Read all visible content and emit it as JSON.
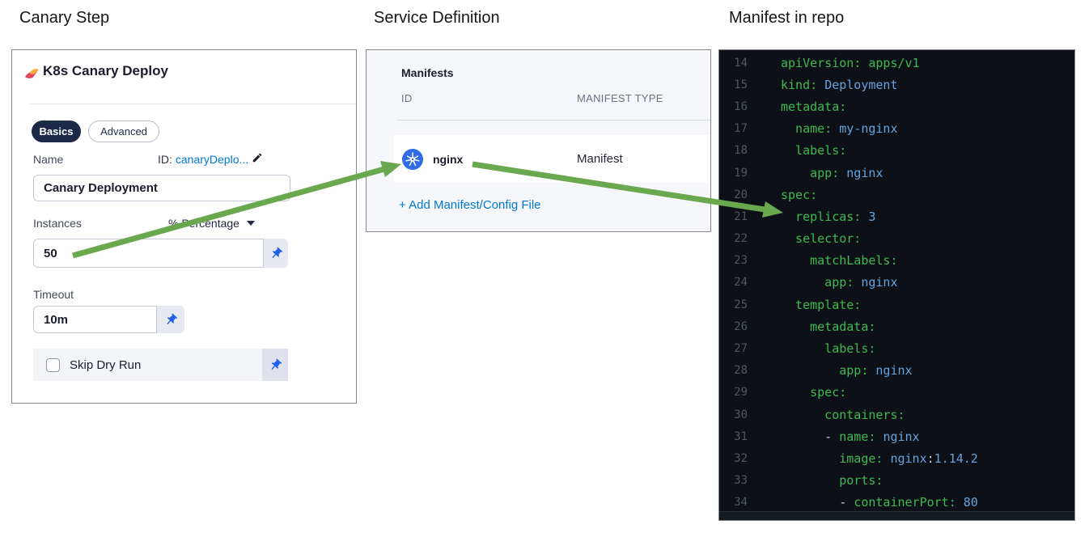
{
  "titles": {
    "panel1": "Canary Step",
    "panel2": "Service Definition",
    "panel3": "Manifest in repo"
  },
  "canary_panel": {
    "header": "K8s Canary Deploy",
    "tabs": [
      {
        "label": "Basics",
        "active": true
      },
      {
        "label": "Advanced",
        "active": false
      }
    ],
    "name_label": "Name",
    "id_prefix": "ID:",
    "id_value": "canaryDeplo...",
    "name_value": "Canary Deployment",
    "instances_label": "Instances",
    "instances_unit": "% Percentage",
    "instances_value": "50",
    "timeout_label": "Timeout",
    "timeout_value": "10m",
    "skip_dry_run_label": "Skip Dry Run",
    "skip_dry_run_checked": false
  },
  "service_panel": {
    "heading": "Manifests",
    "columns": [
      "ID",
      "MANIFEST TYPE"
    ],
    "rows": [
      {
        "id": "nginx",
        "type": "Manifest",
        "icon": "kubernetes-icon"
      }
    ],
    "add_link": "+ Add Manifest/Config File"
  },
  "manifest_panel": {
    "language": "yaml",
    "lines": [
      {
        "n": 14,
        "parts": [
          {
            "t": "apiVersion: apps/v1",
            "c": "k"
          }
        ]
      },
      {
        "n": 15,
        "parts": [
          {
            "t": "kind:",
            "c": "k"
          },
          {
            "t": " ",
            "c": "p"
          },
          {
            "t": "Deployment",
            "c": "v"
          }
        ]
      },
      {
        "n": 16,
        "parts": [
          {
            "t": "metadata:",
            "c": "k"
          }
        ]
      },
      {
        "n": 17,
        "parts": [
          {
            "t": "  name:",
            "c": "k"
          },
          {
            "t": " ",
            "c": "p"
          },
          {
            "t": "my-nginx",
            "c": "v"
          }
        ]
      },
      {
        "n": 18,
        "parts": [
          {
            "t": "  labels:",
            "c": "k"
          }
        ]
      },
      {
        "n": 19,
        "parts": [
          {
            "t": "    app:",
            "c": "k"
          },
          {
            "t": " ",
            "c": "p"
          },
          {
            "t": "nginx",
            "c": "v"
          }
        ]
      },
      {
        "n": 20,
        "parts": [
          {
            "t": "spec:",
            "c": "k"
          }
        ]
      },
      {
        "n": 21,
        "parts": [
          {
            "t": "  replicas:",
            "c": "k"
          },
          {
            "t": " ",
            "c": "p"
          },
          {
            "t": "3",
            "c": "v"
          }
        ]
      },
      {
        "n": 22,
        "parts": [
          {
            "t": "  selector:",
            "c": "k"
          }
        ]
      },
      {
        "n": 23,
        "parts": [
          {
            "t": "    matchLabels:",
            "c": "k"
          }
        ]
      },
      {
        "n": 24,
        "parts": [
          {
            "t": "      app:",
            "c": "k"
          },
          {
            "t": " ",
            "c": "p"
          },
          {
            "t": "nginx",
            "c": "v"
          }
        ]
      },
      {
        "n": 25,
        "parts": [
          {
            "t": "  template:",
            "c": "k"
          }
        ]
      },
      {
        "n": 26,
        "parts": [
          {
            "t": "    metadata:",
            "c": "k"
          }
        ]
      },
      {
        "n": 27,
        "parts": [
          {
            "t": "      labels:",
            "c": "k"
          }
        ]
      },
      {
        "n": 28,
        "parts": [
          {
            "t": "        app:",
            "c": "k"
          },
          {
            "t": " ",
            "c": "p"
          },
          {
            "t": "nginx",
            "c": "v"
          }
        ]
      },
      {
        "n": 29,
        "parts": [
          {
            "t": "    spec:",
            "c": "k"
          }
        ]
      },
      {
        "n": 30,
        "parts": [
          {
            "t": "      containers:",
            "c": "k"
          }
        ]
      },
      {
        "n": 31,
        "parts": [
          {
            "t": "      - ",
            "c": "p"
          },
          {
            "t": "name:",
            "c": "k"
          },
          {
            "t": " ",
            "c": "p"
          },
          {
            "t": "nginx",
            "c": "v"
          }
        ]
      },
      {
        "n": 32,
        "parts": [
          {
            "t": "        image:",
            "c": "k"
          },
          {
            "t": " ",
            "c": "p"
          },
          {
            "t": "nginx",
            "c": "v"
          },
          {
            "t": ":",
            "c": "p"
          },
          {
            "t": "1.14.2",
            "c": "v"
          }
        ]
      },
      {
        "n": 33,
        "parts": [
          {
            "t": "        ports:",
            "c": "k"
          }
        ]
      },
      {
        "n": 34,
        "parts": [
          {
            "t": "        - ",
            "c": "p"
          },
          {
            "t": "containerPort:",
            "c": "k"
          },
          {
            "t": " ",
            "c": "p"
          },
          {
            "t": "80",
            "c": "v"
          }
        ]
      }
    ]
  },
  "colors": {
    "arrow_green": "#6aa84f",
    "link_blue": "#0278d5",
    "pin_blue": "#2160e7",
    "tab_navy": "#1d2a47",
    "code_bg": "#0d1117",
    "code_key_green": "#3fb950",
    "code_value_blue": "#64a3dd",
    "kubernetes_blue": "#326ce5"
  }
}
